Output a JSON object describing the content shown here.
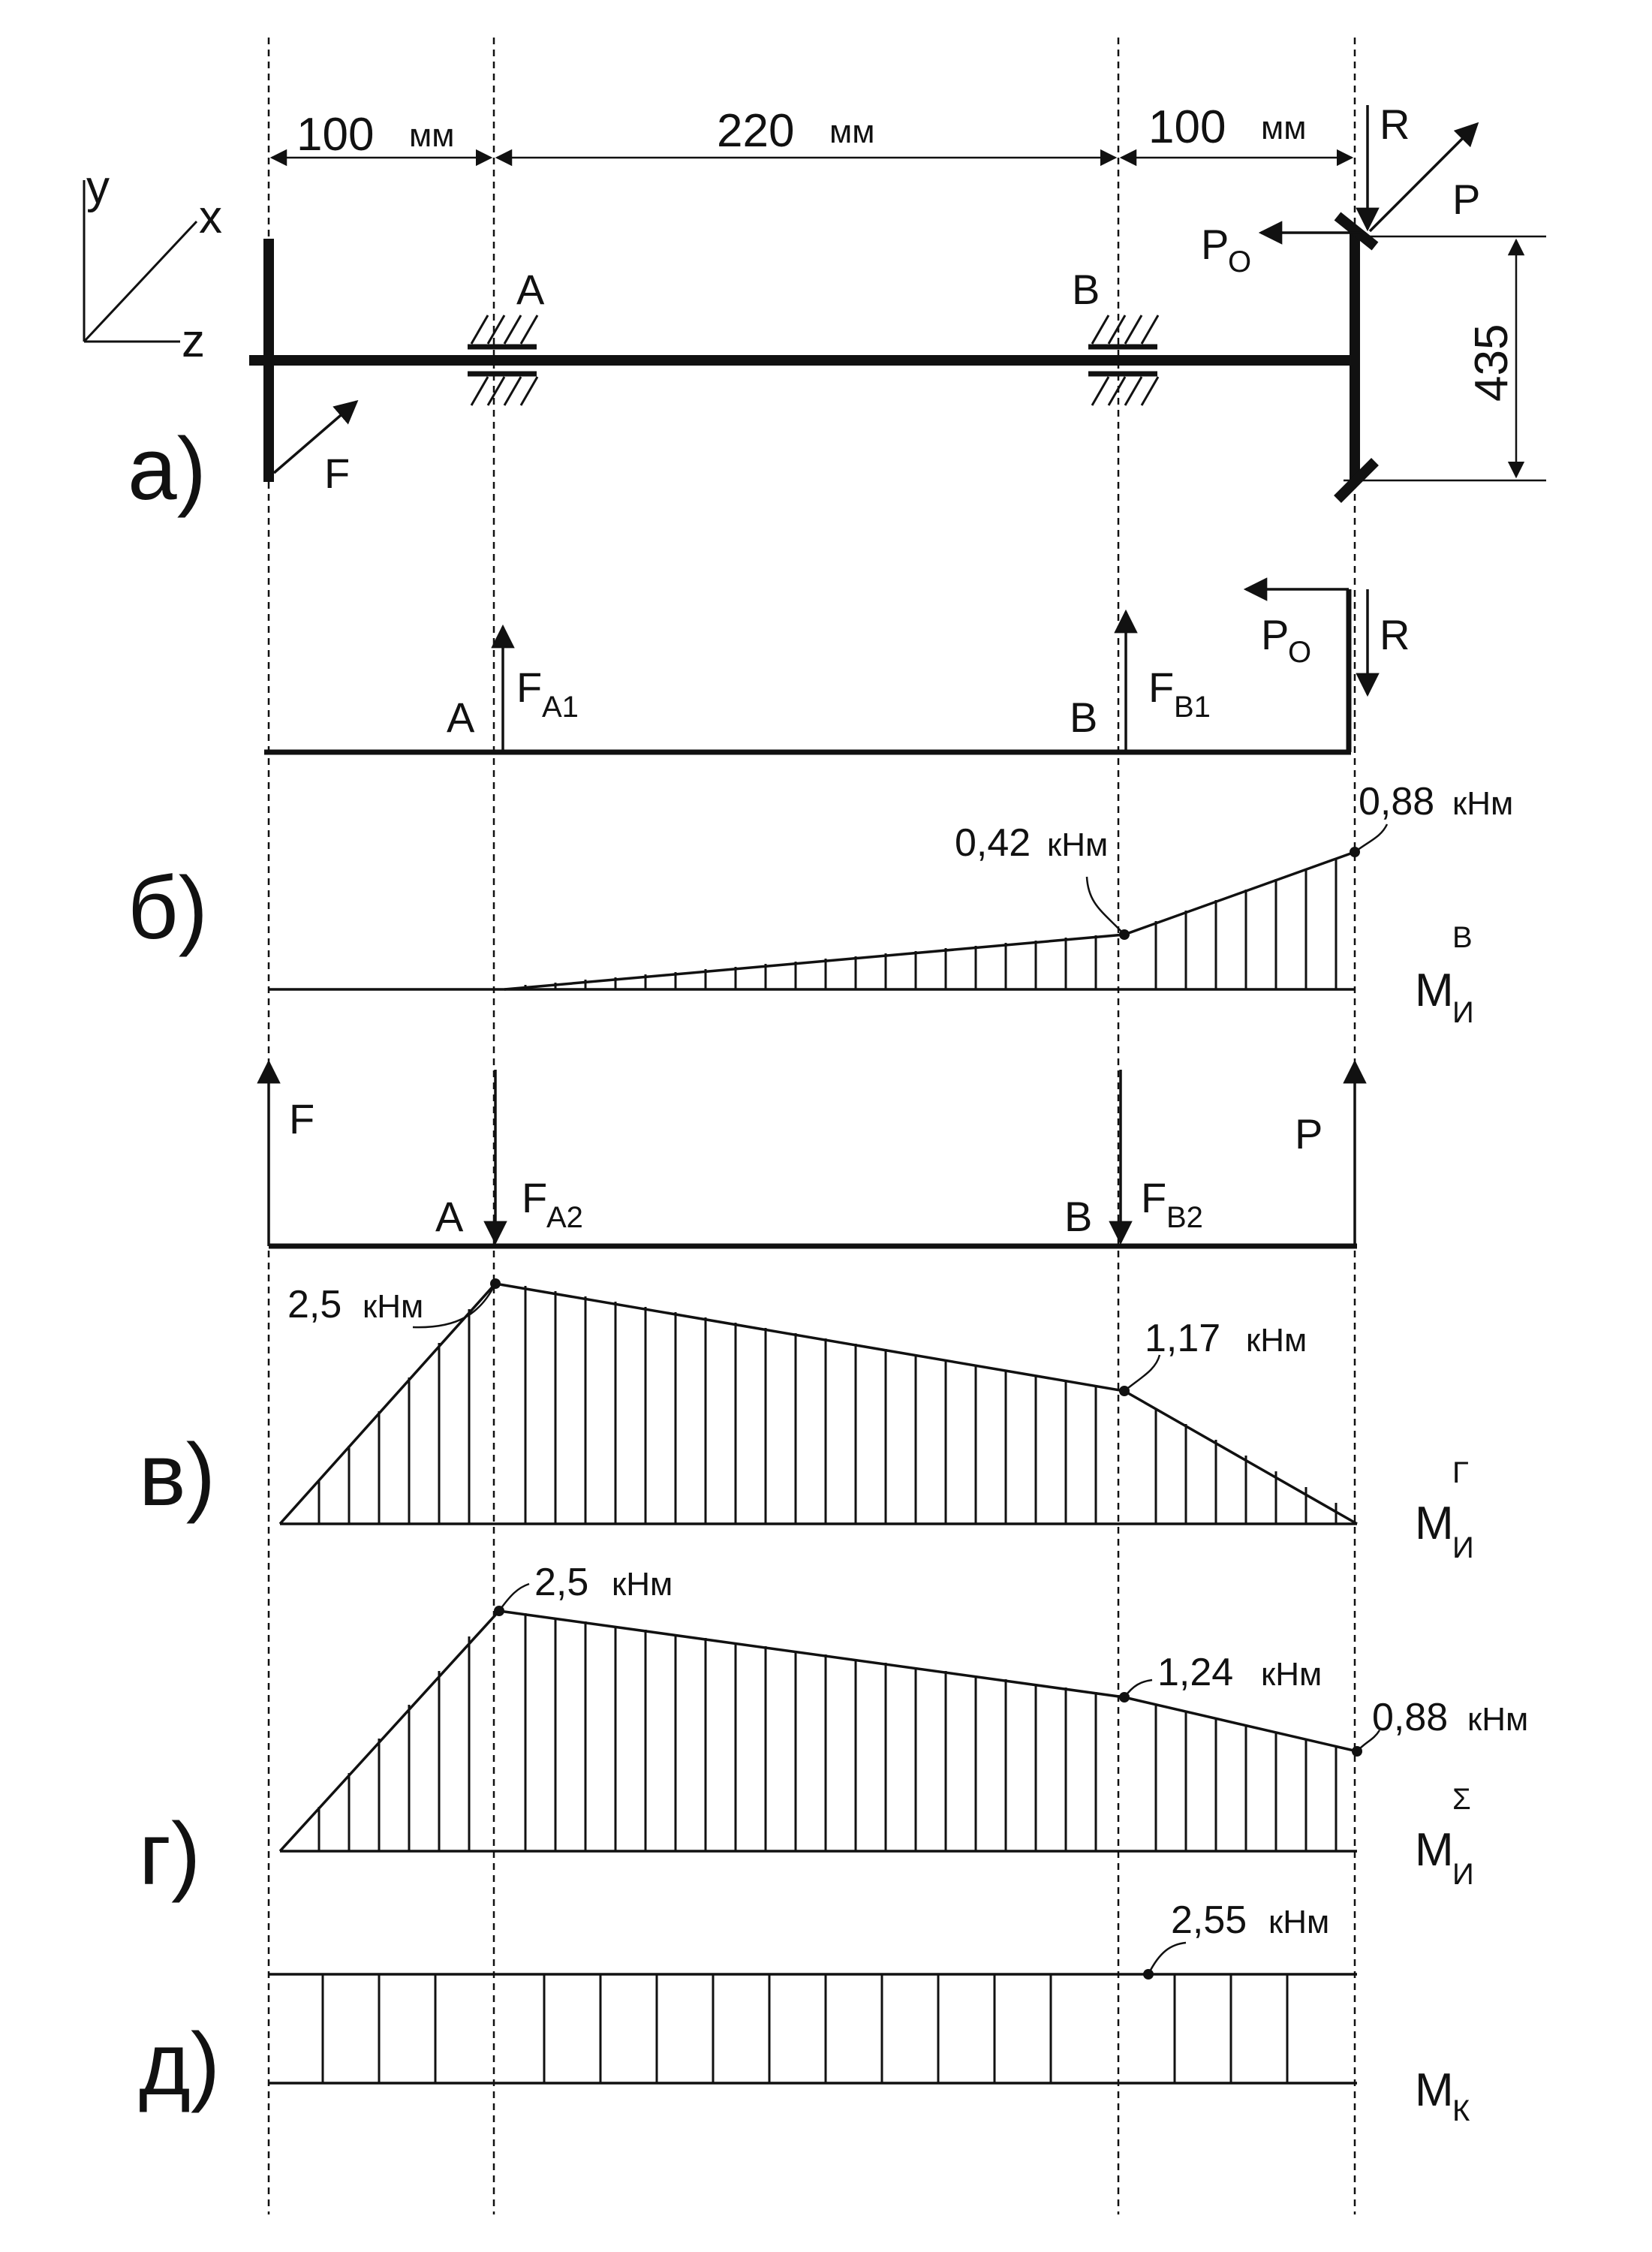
{
  "dimensions": {
    "seg1_value": "100",
    "seg1_unit": "мм",
    "seg2_value": "220",
    "seg2_unit": "мм",
    "seg3_value": "100",
    "seg3_unit": "мм",
    "height_value": "435"
  },
  "axes": {
    "y": "y",
    "x": "x",
    "z": "z"
  },
  "panels": {
    "a": "а)",
    "b": "б)",
    "v": "в)",
    "g": "г)",
    "d": "д)"
  },
  "points": {
    "A": "A",
    "B": "B"
  },
  "forces": {
    "R": "R",
    "P": "P",
    "F": "F",
    "Po_main": "P",
    "Po_sub": "O",
    "FA1_main": "F",
    "FA1_sub": "A1",
    "FB1_main": "F",
    "FB1_sub": "B1",
    "FA2_main": "F",
    "FA2_sub": "A2",
    "FB2_main": "F",
    "FB2_sub": "B2"
  },
  "moments": {
    "b_label_main": "M",
    "b_label_sub": "И",
    "b_label_sup": "В",
    "v_label_main": "M",
    "v_label_sub": "И",
    "v_label_sup": "Г",
    "g_label_main": "M",
    "g_label_sub": "И",
    "g_label_sup": "Σ",
    "d_label_main": "M",
    "d_label_sub": "К"
  },
  "values": {
    "b1_num": "0,42",
    "b1_unit": "кНм",
    "b2_num": "0,88",
    "b2_unit": "кНм",
    "v1_num": "2,5",
    "v1_unit": "кНм",
    "v2_num": "1,17",
    "v2_unit": "кНм",
    "g1_num": "2,5",
    "g1_unit": "кНм",
    "g2_num": "1,24",
    "g2_unit": "кНм",
    "g3_num": "0,88",
    "g3_unit": "кНм",
    "d1_num": "2,55",
    "d1_unit": "кНм"
  }
}
